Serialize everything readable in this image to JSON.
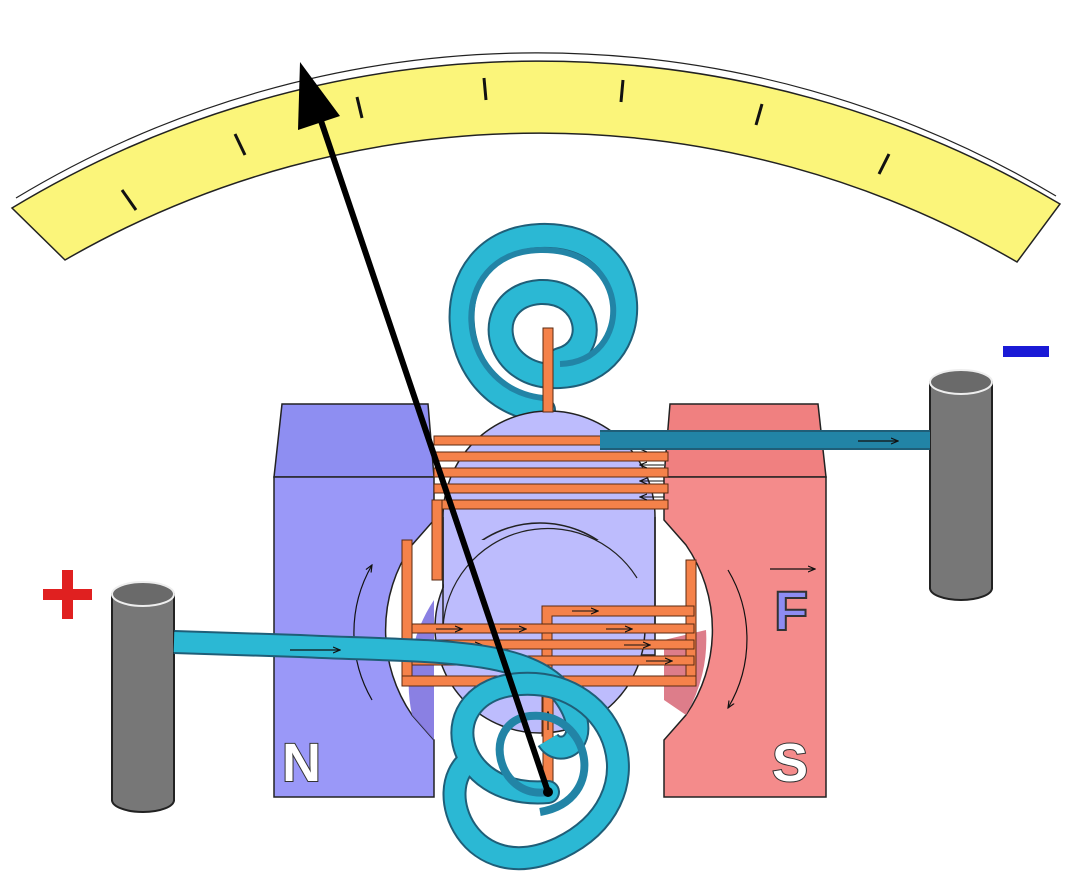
{
  "labels": {
    "positive_terminal": "+",
    "negative_terminal": "−",
    "north_pole": "N",
    "south_pole": "S",
    "force": "F"
  },
  "colors": {
    "scale": "#fbf57a",
    "north_magnet": "#9a98f8",
    "south_magnet": "#f48b8b",
    "core": "#bdbcfd",
    "coil": "#f5824a",
    "spring": "#2bb8d4",
    "spring_dark": "#2284a6",
    "terminal": "#777777",
    "positive": "#e02020",
    "negative": "#1a1ad6",
    "force_label": "#8e8cf2"
  },
  "icons": [
    "moving-coil-meter-icon"
  ]
}
